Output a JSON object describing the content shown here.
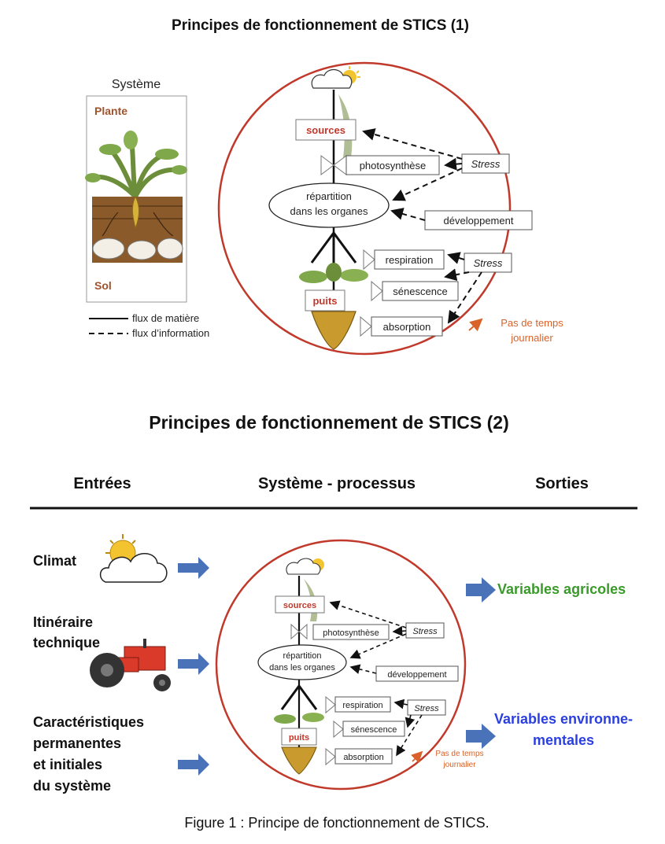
{
  "diagram1": {
    "title": "Principes de fonctionnement de STICS (1)",
    "systeme_label": "Système",
    "plante_label": "Plante",
    "sol_label": "Sol",
    "legend_solid": "flux de matière",
    "legend_dashed": "flux d’information",
    "sources": "sources",
    "photosynthese": "photosynthèse",
    "stress_top": "Stress",
    "repartition_line1": "répartition",
    "repartition_line2": "dans les organes",
    "developpement": "développement",
    "respiration": "respiration",
    "stress_bottom": "Stress",
    "senescence": "sénescence",
    "puits": "puits",
    "absorption": "absorption",
    "pas_temps_line1": "Pas de temps",
    "pas_temps_line2": "journalier"
  },
  "diagram2": {
    "title": "Principes de fonctionnement de STICS (2)",
    "header_entrees": "Entrées",
    "header_systeme": "Système - processus",
    "header_sorties": "Sorties",
    "input_climat": "Climat",
    "input_itineraire_line1": "Itinéraire",
    "input_itineraire_line2": "technique",
    "input_carac_line1": "Caractéristiques",
    "input_carac_line2": "permanentes",
    "input_carac_line3": "et initiales",
    "input_carac_line4": "du système",
    "output_agricoles": "Variables agricoles",
    "output_env_line1": "Variables environne-",
    "output_env_line2": "mentales",
    "sources": "sources",
    "photosynthese": "photosynthèse",
    "stress_top": "Stress",
    "repartition_line1": "répartition",
    "repartition_line2": "dans les organes",
    "developpement": "développement",
    "respiration": "respiration",
    "stress_bottom": "Stress",
    "senescence": "sénescence",
    "puits": "puits",
    "absorption": "absorption",
    "pas_temps_line1": "Pas de temps",
    "pas_temps_line2": "journalier"
  },
  "caption": "Figure 1 : Principe de fonctionnement de STICS.",
  "colors": {
    "circle": "#c0392b",
    "arrow_blue": "#4a72b8",
    "accent_orange": "#d9622b"
  }
}
